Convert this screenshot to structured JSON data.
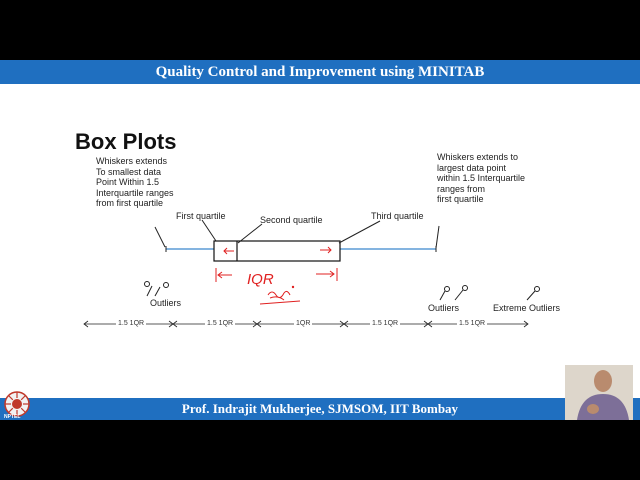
{
  "header": {
    "title": "Quality Control and Improvement using MINITAB"
  },
  "footer": {
    "credit": "Prof. Indrajit Mukherjee, SJMSOM, IIT Bombay"
  },
  "logo": {
    "label": "NPTEL"
  },
  "slide": {
    "heading": "Box Plots",
    "left_note": "Whiskers extends\nTo smallest data\nPoint Within 1.5\nInterquartile ranges\nfrom first quartile",
    "right_note": "Whiskers extends to\nlargest data point\nwithin 1.5 Interquartile\nranges from\nfirst quartile",
    "labels": {
      "first_quartile": "First quartile",
      "second_quartile": "Second quartile",
      "third_quartile": "Third quartile",
      "outliers_left": "Outliers",
      "outliers_right": "Outliers",
      "extreme_outliers": "Extreme Outliers"
    },
    "annotation": "IQR",
    "dimensions": [
      "1.5 1QR",
      "1.5 1QR",
      "1QR",
      "1.5 1QR",
      "1.5 1QR"
    ]
  },
  "colors": {
    "banner": "#1f6fc0",
    "whisker": "#5b9bd5",
    "annotation": "#e02020"
  }
}
